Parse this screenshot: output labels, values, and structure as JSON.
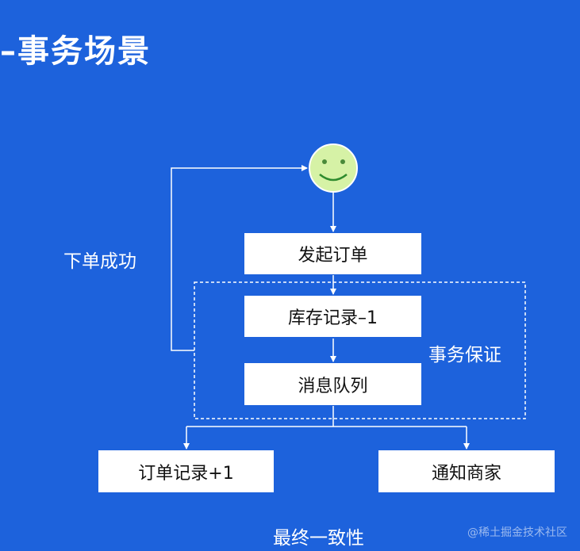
{
  "title": "–事务场景",
  "face_icon": "smiley-face-icon",
  "boxes": {
    "start_order": "发起订单",
    "inventory": "库存记录–1",
    "queue": "消息队列",
    "order_record": "订单记录+1",
    "notify_merchant": "通知商家"
  },
  "labels": {
    "order_success": "下单成功",
    "transaction_guarantee": "事务保证",
    "eventual_consistency": "最终一致性"
  },
  "watermark": "@稀土掘金技术社区",
  "colors": {
    "background": "#1d62dc",
    "face": "#d6f2a6",
    "face_stroke": "#2e8b2e"
  }
}
